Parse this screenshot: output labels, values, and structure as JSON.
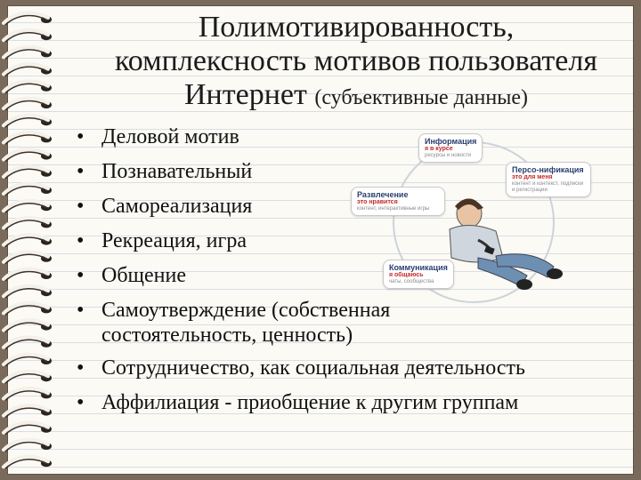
{
  "title": {
    "line1": "Полимотивированность,",
    "line2": "комплексность мотивов пользователя",
    "line3_main": "Интернет",
    "line3_sub": "(субъективные данные)"
  },
  "bullets": [
    {
      "lines": [
        "Деловой мотив"
      ]
    },
    {
      "lines": [
        "Познавательный"
      ]
    },
    {
      "lines": [
        "Самореализация"
      ]
    },
    {
      "lines": [
        "Рекреация, игра"
      ]
    },
    {
      "lines": [
        "Общение"
      ]
    },
    {
      "lines": [
        "Самоутверждение (собственная",
        "состоятельность, ценность)"
      ]
    },
    {
      "lines": [
        "Сотрудничество, как социальная деятельность"
      ]
    },
    {
      "lines": [
        "Аффилиация - приобщение к другим группам"
      ]
    }
  ],
  "bullet_symbol": "•",
  "illustration": {
    "cards": [
      {
        "title": "Информация",
        "subtitle": "я в курсе",
        "note": "ресурсы и новости"
      },
      {
        "title": "Персо-нификация",
        "subtitle": "это для меня",
        "note": "контент и контекст, подписки и регистрации"
      },
      {
        "title": "Развлечение",
        "subtitle": "это нравится",
        "note": "контент, интерактивные игры"
      },
      {
        "title": "Коммуникация",
        "subtitle": "я общаюсь",
        "note": "чаты, сообщества"
      }
    ]
  },
  "colors": {
    "background": "#7a6a5c",
    "page": "#fbfaf4",
    "ruling": "#d9dde6",
    "card_title": "#2a3f6f",
    "card_subtitle": "#c62828"
  }
}
